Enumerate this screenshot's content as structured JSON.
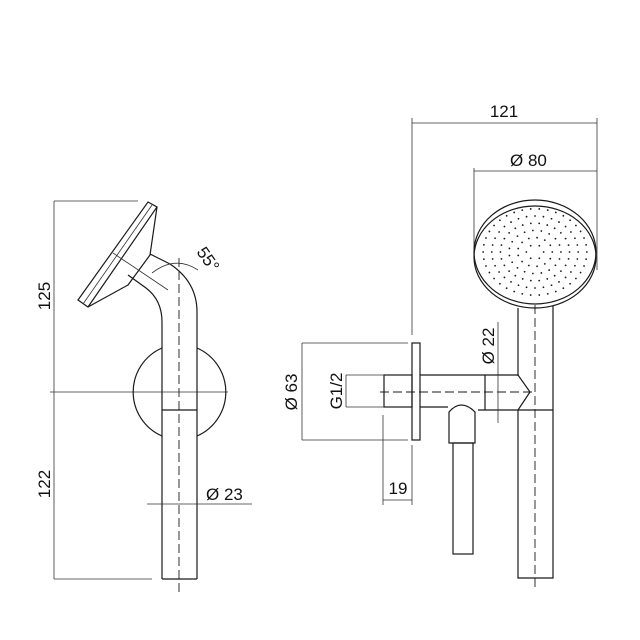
{
  "side_view": {
    "height_upper": "125",
    "height_lower": "122",
    "angle": "55°",
    "pipe_diameter": "Ø 23"
  },
  "front_view": {
    "total_width": "121",
    "head_diameter": "Ø 80",
    "rosette_diameter": "Ø 63",
    "thread": "G1/2",
    "arm_diameter": "Ø 22",
    "thread_length": "19"
  },
  "colors": {
    "line": "#1a1a1a",
    "background": "#ffffff"
  }
}
